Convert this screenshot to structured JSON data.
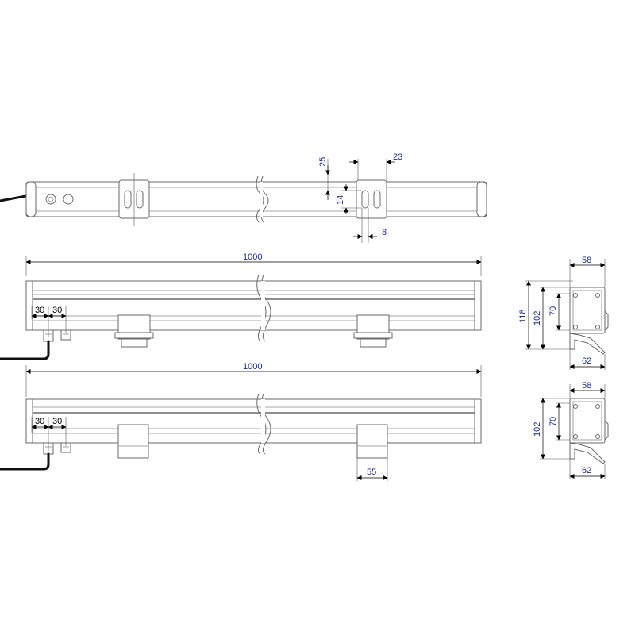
{
  "dimensions": {
    "top_view": {
      "d25": "25",
      "d23": "23",
      "d14": "14",
      "d8": "8"
    },
    "side_view_1": {
      "length": "1000",
      "offset_a": "30",
      "offset_b": "30"
    },
    "side_view_2": {
      "length": "1000",
      "offset_a": "30",
      "offset_b": "30",
      "bracket_width": "55"
    },
    "end_view_1": {
      "width_top": "58",
      "height_total": "118",
      "height_body": "102",
      "height_inner": "70",
      "width_bottom": "62"
    },
    "end_view_2": {
      "width_top": "58",
      "height_body": "102",
      "height_inner": "70",
      "width_bottom": "62"
    }
  },
  "colors": {
    "dimension_text": "#1e2a9a",
    "outline": "#6a6a6a",
    "cable": "#111111"
  }
}
